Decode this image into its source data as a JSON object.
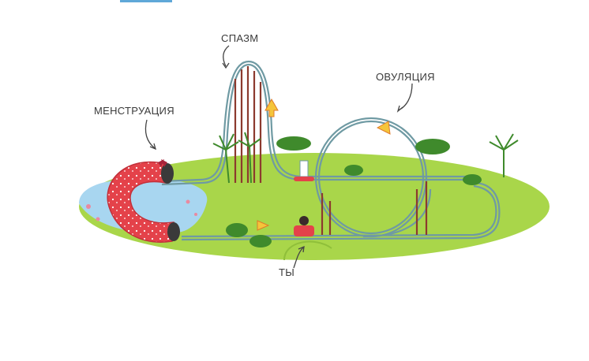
{
  "labels": {
    "spasm": "СПАЗМ",
    "ovulation": "ОВУЛЯЦИЯ",
    "menstruation": "МЕНСТРУАЦИЯ",
    "you": "ТЫ"
  },
  "colors": {
    "meadow": "#a9d64a",
    "pond": "#a8d6f0",
    "track": "#6f9aa3",
    "support": "#8c3a2e",
    "tunnel": "#e4424a",
    "bush": "#3f8a2c",
    "arrow": "#f5c53a",
    "label": "#3a3a3a",
    "accent_bar": "#5fa8d8"
  },
  "icons": [
    "curved-arrow-icon",
    "direction-arrow-icon",
    "palm-icon",
    "bush-icon",
    "cart-icon",
    "bow-icon"
  ]
}
